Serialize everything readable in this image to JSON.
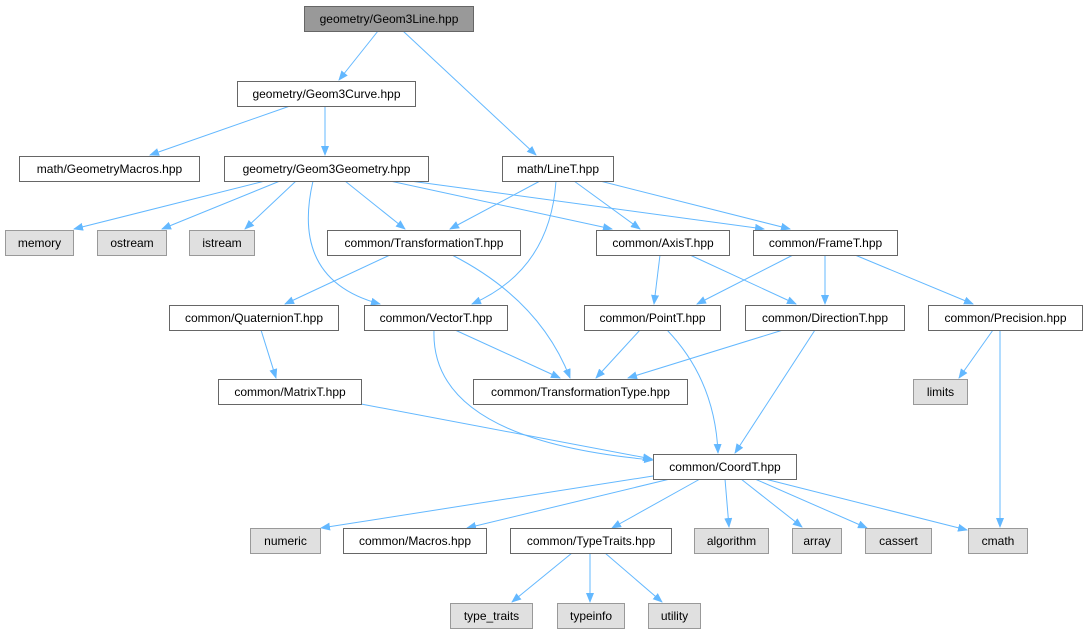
{
  "diagram": {
    "type": "include-dependency-graph",
    "colors": {
      "edge": "#63b8ff",
      "root_fill": "#999999",
      "file_fill": "#ffffff",
      "file_border": "#666666",
      "system_fill": "#e0e0e0",
      "system_border": "#999999"
    },
    "nodes": [
      {
        "id": "geom3line",
        "label": "geometry/Geom3Line.hpp",
        "kind": "root"
      },
      {
        "id": "geom3curve",
        "label": "geometry/Geom3Curve.hpp",
        "kind": "file"
      },
      {
        "id": "geometrymacros",
        "label": "math/GeometryMacros.hpp",
        "kind": "file"
      },
      {
        "id": "geom3geometry",
        "label": "geometry/Geom3Geometry.hpp",
        "kind": "file"
      },
      {
        "id": "linet",
        "label": "math/LineT.hpp",
        "kind": "file"
      },
      {
        "id": "memory",
        "label": "memory",
        "kind": "system"
      },
      {
        "id": "ostream",
        "label": "ostream",
        "kind": "system"
      },
      {
        "id": "istream",
        "label": "istream",
        "kind": "system"
      },
      {
        "id": "transformationt",
        "label": "common/TransformationT.hpp",
        "kind": "file"
      },
      {
        "id": "axist",
        "label": "common/AxisT.hpp",
        "kind": "file"
      },
      {
        "id": "framet",
        "label": "common/FrameT.hpp",
        "kind": "file"
      },
      {
        "id": "quaterniont",
        "label": "common/QuaternionT.hpp",
        "kind": "file"
      },
      {
        "id": "vectort",
        "label": "common/VectorT.hpp",
        "kind": "file"
      },
      {
        "id": "pointt",
        "label": "common/PointT.hpp",
        "kind": "file"
      },
      {
        "id": "directiont",
        "label": "common/DirectionT.hpp",
        "kind": "file"
      },
      {
        "id": "precision",
        "label": "common/Precision.hpp",
        "kind": "file"
      },
      {
        "id": "matrixt",
        "label": "common/MatrixT.hpp",
        "kind": "file"
      },
      {
        "id": "transformationtype",
        "label": "common/TransformationType.hpp",
        "kind": "file"
      },
      {
        "id": "limits",
        "label": "limits",
        "kind": "system"
      },
      {
        "id": "coordt",
        "label": "common/CoordT.hpp",
        "kind": "file"
      },
      {
        "id": "numeric",
        "label": "numeric",
        "kind": "system"
      },
      {
        "id": "macros",
        "label": "common/Macros.hpp",
        "kind": "file"
      },
      {
        "id": "typetraits",
        "label": "common/TypeTraits.hpp",
        "kind": "file"
      },
      {
        "id": "algorithm",
        "label": "algorithm",
        "kind": "system"
      },
      {
        "id": "array",
        "label": "array",
        "kind": "system"
      },
      {
        "id": "cassert",
        "label": "cassert",
        "kind": "system"
      },
      {
        "id": "cmath",
        "label": "cmath",
        "kind": "system"
      },
      {
        "id": "type_traits",
        "label": "type_traits",
        "kind": "system"
      },
      {
        "id": "typeinfo",
        "label": "typeinfo",
        "kind": "system"
      },
      {
        "id": "utility",
        "label": "utility",
        "kind": "system"
      }
    ],
    "edges": [
      {
        "from": "geom3line",
        "to": "geom3curve"
      },
      {
        "from": "geom3line",
        "to": "linet"
      },
      {
        "from": "geom3curve",
        "to": "geometrymacros"
      },
      {
        "from": "geom3curve",
        "to": "geom3geometry"
      },
      {
        "from": "geom3geometry",
        "to": "memory"
      },
      {
        "from": "geom3geometry",
        "to": "ostream"
      },
      {
        "from": "geom3geometry",
        "to": "istream"
      },
      {
        "from": "geom3geometry",
        "to": "transformationt"
      },
      {
        "from": "geom3geometry",
        "to": "vectort"
      },
      {
        "from": "geom3geometry",
        "to": "axist"
      },
      {
        "from": "geom3geometry",
        "to": "framet"
      },
      {
        "from": "linet",
        "to": "transformationt"
      },
      {
        "from": "linet",
        "to": "vectort"
      },
      {
        "from": "linet",
        "to": "axist"
      },
      {
        "from": "linet",
        "to": "framet"
      },
      {
        "from": "transformationt",
        "to": "quaterniont"
      },
      {
        "from": "transformationt",
        "to": "transformationtype"
      },
      {
        "from": "axist",
        "to": "pointt"
      },
      {
        "from": "axist",
        "to": "directiont"
      },
      {
        "from": "framet",
        "to": "pointt"
      },
      {
        "from": "framet",
        "to": "directiont"
      },
      {
        "from": "framet",
        "to": "precision"
      },
      {
        "from": "quaterniont",
        "to": "matrixt"
      },
      {
        "from": "vectort",
        "to": "transformationtype"
      },
      {
        "from": "vectort",
        "to": "coordt"
      },
      {
        "from": "pointt",
        "to": "transformationtype"
      },
      {
        "from": "pointt",
        "to": "coordt"
      },
      {
        "from": "directiont",
        "to": "transformationtype"
      },
      {
        "from": "directiont",
        "to": "coordt"
      },
      {
        "from": "precision",
        "to": "limits"
      },
      {
        "from": "precision",
        "to": "cmath"
      },
      {
        "from": "matrixt",
        "to": "coordt"
      },
      {
        "from": "coordt",
        "to": "numeric"
      },
      {
        "from": "coordt",
        "to": "macros"
      },
      {
        "from": "coordt",
        "to": "typetraits"
      },
      {
        "from": "coordt",
        "to": "algorithm"
      },
      {
        "from": "coordt",
        "to": "array"
      },
      {
        "from": "coordt",
        "to": "cassert"
      },
      {
        "from": "coordt",
        "to": "cmath"
      },
      {
        "from": "typetraits",
        "to": "type_traits"
      },
      {
        "from": "typetraits",
        "to": "typeinfo"
      },
      {
        "from": "typetraits",
        "to": "utility"
      }
    ]
  }
}
